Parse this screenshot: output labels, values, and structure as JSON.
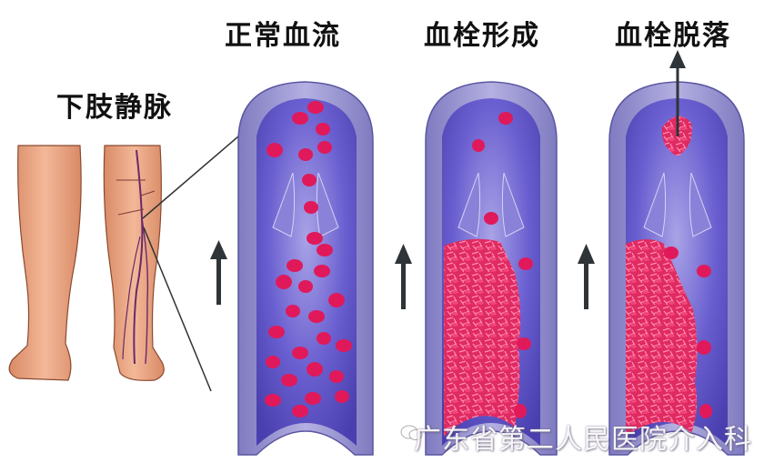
{
  "titles": {
    "leg": "下肢静脉",
    "normal": "正常血流",
    "forming": "血栓形成",
    "detaching": "血栓脱落"
  },
  "watermark": {
    "text": "广东省第二人民医院介入科",
    "icon": "wechat-icon"
  },
  "colors": {
    "vein_wall": "#8c88c8",
    "vein_lumen": "#5b4fc0",
    "blood_cell": "#e0195a",
    "clot": "#e8306a",
    "skin": "#e9a27c",
    "arrow": "#2f3438"
  },
  "panels": [
    {
      "id": "normal",
      "label": "正常血流",
      "flow_arrow": "up"
    },
    {
      "id": "forming",
      "label": "血栓形成",
      "flow_arrow": "up"
    },
    {
      "id": "detaching",
      "label": "血栓脱落",
      "flow_arrow": "up",
      "detach_arrow": "up"
    }
  ]
}
